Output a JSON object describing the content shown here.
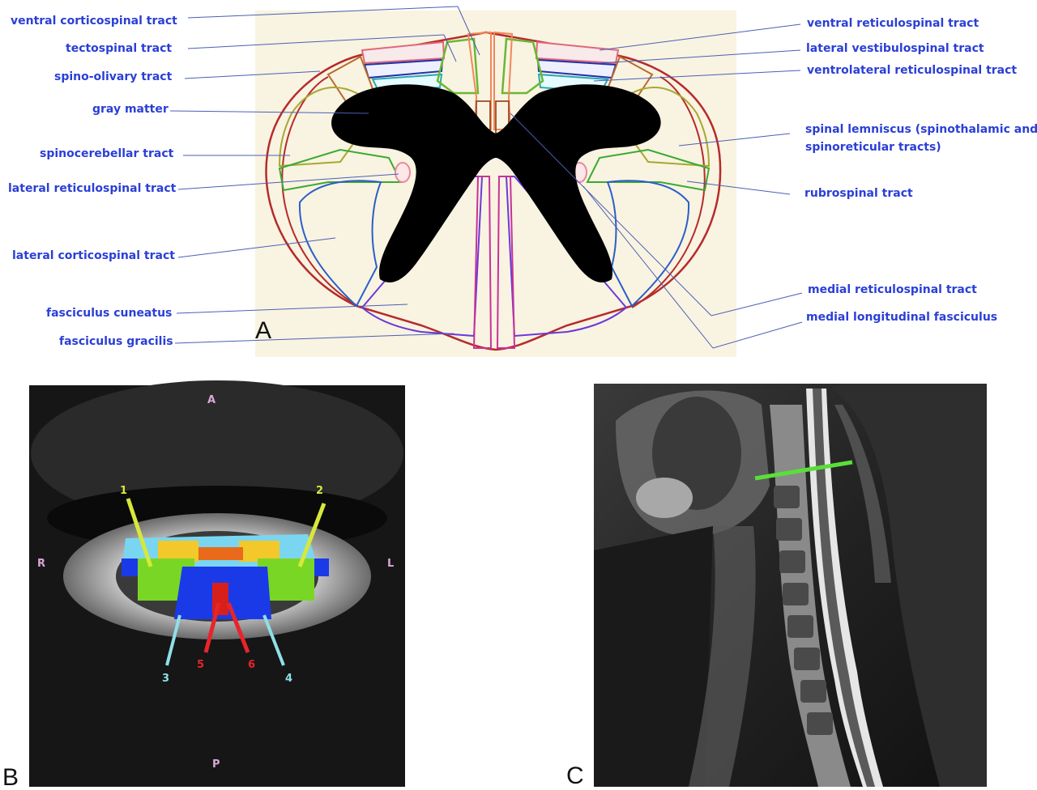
{
  "panels": {
    "a": "A",
    "b": "B",
    "c": "C"
  },
  "left_labels": [
    {
      "key": "vcst",
      "text": "ventral corticospinal tract"
    },
    {
      "key": "tect",
      "text": "tectospinal tract"
    },
    {
      "key": "spol",
      "text": "spino-olivary tract"
    },
    {
      "key": "gray",
      "text": "gray matter"
    },
    {
      "key": "spcb",
      "text": "spinocerebellar tract"
    },
    {
      "key": "lrst",
      "text": "lateral reticulospinal tract"
    },
    {
      "key": "lcst",
      "text": "lateral corticospinal tract"
    },
    {
      "key": "fcun",
      "text": "fasciculus cuneatus"
    },
    {
      "key": "fgra",
      "text": "fasciculus gracilis"
    }
  ],
  "right_labels": [
    {
      "key": "vrst",
      "text": "ventral reticulospinal tract"
    },
    {
      "key": "lvst",
      "text": "lateral vestibulospinal tract"
    },
    {
      "key": "vlrs",
      "text": "ventrolateral reticulospinal tract"
    },
    {
      "key": "sl1",
      "text": "spinal lemniscus (spinothalamic and"
    },
    {
      "key": "sl2",
      "text": "spinoreticular tracts)"
    },
    {
      "key": "rubr",
      "text": "rubrospinal tract"
    },
    {
      "key": "mrst",
      "text": "medial reticulospinal tract"
    },
    {
      "key": "mlf",
      "text": "medial longitudinal fasciculus"
    }
  ],
  "mri_b": {
    "orientation": {
      "top": "A",
      "bottom": "P",
      "left": "R",
      "right": "L"
    },
    "markers": [
      "1",
      "2",
      "3",
      "4",
      "5",
      "6"
    ]
  },
  "colors": {
    "label_text": "#2b3fd6",
    "panel_bg": "#f9f3e1",
    "gray_matter": "#000000",
    "marker_yellow": "#d8e83a",
    "marker_cyan": "#8fe0e8",
    "marker_red": "#e8242a",
    "slice_line": "#5adf3a"
  }
}
